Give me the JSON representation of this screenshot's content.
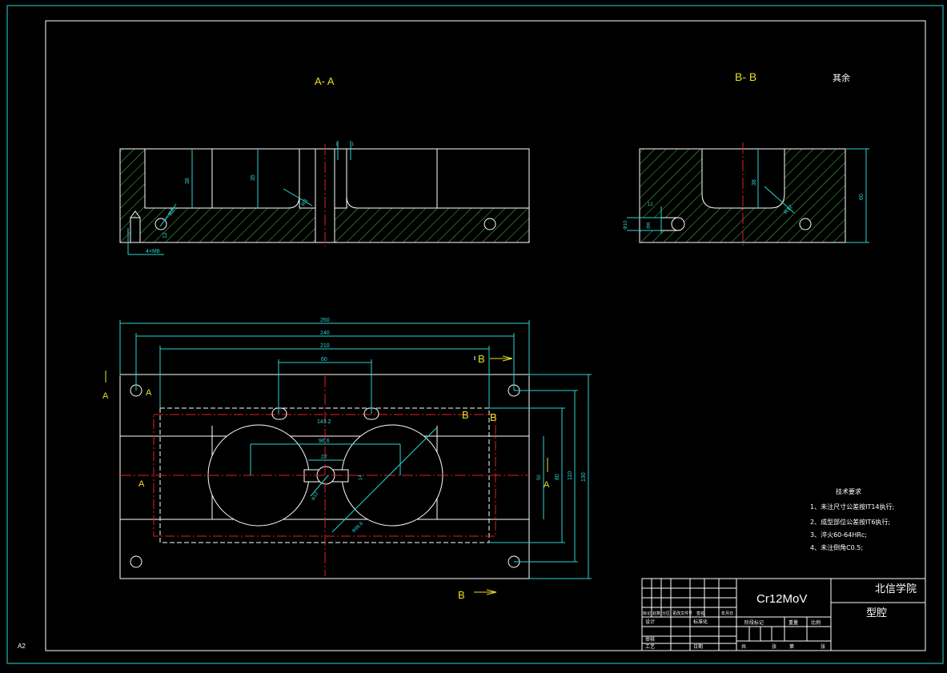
{
  "sheet": {
    "size_label": "A2"
  },
  "views": {
    "section_aa_title": "A- A",
    "section_bb_title": "B- B",
    "roughness_note": "其余"
  },
  "aa_dims": {
    "d1": "38",
    "d2": "35",
    "d3": "R3",
    "d4": "R8",
    "d5": "12",
    "d6": "4×M8",
    "d7": "1",
    "d8": "1"
  },
  "bb_dims": {
    "d1": "38",
    "d2": "60",
    "d3": "R12",
    "d4": "Φ10",
    "d5": "Φ8",
    "d6": "12"
  },
  "plan_dims": {
    "w260": "260",
    "w240": "240",
    "w210": "210",
    "w60": "60",
    "w143": "143.2",
    "w96": "96.6",
    "w22": "22",
    "w14": "14",
    "h130": "130",
    "h110": "110",
    "h80": "80",
    "h50": "50",
    "r_small": "Φ12",
    "r_big": "Φ96.6"
  },
  "section_marks": {
    "a": "A",
    "b": "B"
  },
  "tech_req": {
    "title": "技术要求",
    "items": [
      "1、未注尺寸公差按IT14执行;",
      "2、成型部位公差按IT6执行;",
      "3、淬火60-64HRc;",
      "4、未注倒角C0.5;"
    ]
  },
  "title_block": {
    "material": "Cr12MoV",
    "school": "北信学院",
    "part_name": "型腔",
    "row_labels": [
      "标记",
      "处数",
      "分区",
      "更改文件号",
      "签名",
      "年月日"
    ],
    "design": "设计",
    "standard": "标准化",
    "review": "审核",
    "process": "工艺",
    "date": "日期",
    "stage": "阶段标记",
    "weight": "重量",
    "scale": "比例",
    "total": "共",
    "sheet_of": "第",
    "zhang": "张"
  },
  "colors": {
    "outline": "#ffffff",
    "dims": "#2cd3d3",
    "hatch": "#3ccc3c",
    "center": "#e02020",
    "labels": "#e8e020",
    "frame": "#2cd3d3"
  }
}
